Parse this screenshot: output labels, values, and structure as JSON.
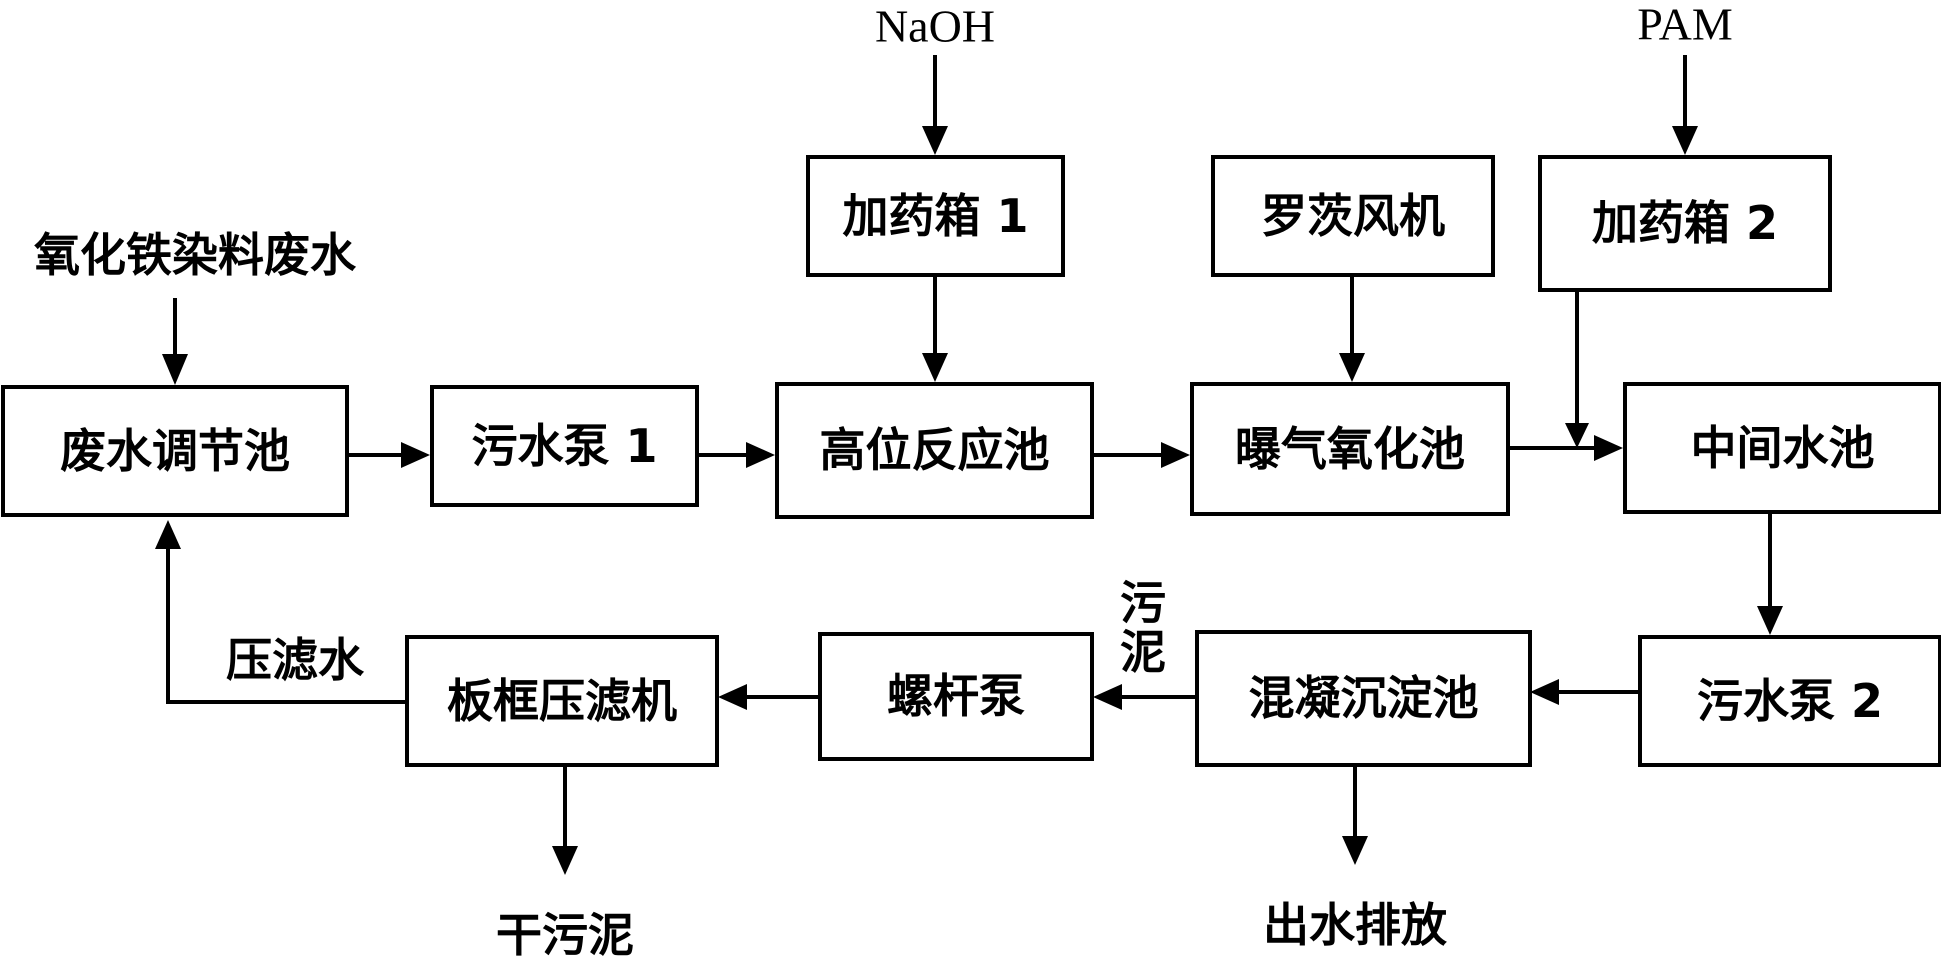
{
  "colors": {
    "ink": "#000000",
    "background": "#ffffff"
  },
  "inputs": {
    "naoh": "NaOH",
    "pam": "PAM",
    "raw_wastewater": "氧化铁染料废水"
  },
  "boxes": {
    "regulating_tank": "废水调节池",
    "sewage_pump_1": "污水泵 1",
    "high_reaction_tank": "高位反应池",
    "dosing_tank_1": "加药箱 1",
    "roots_blower": "罗茨风机",
    "aeration_oxidation_tank": "曝气氧化池",
    "dosing_tank_2": "加药箱 2",
    "intermediate_pool": "中间水池",
    "sewage_pump_2": "污水泵 2",
    "coagulation_sedimentation_tank": "混凝沉淀池",
    "screw_pump": "螺杆泵",
    "plate_frame_filter_press": "板框压滤机"
  },
  "labels": {
    "filtrate_water": "压滤水",
    "sludge_1": "污",
    "sludge_2": "泥",
    "dry_sludge": "干污泥",
    "effluent_discharge": "出水排放"
  }
}
